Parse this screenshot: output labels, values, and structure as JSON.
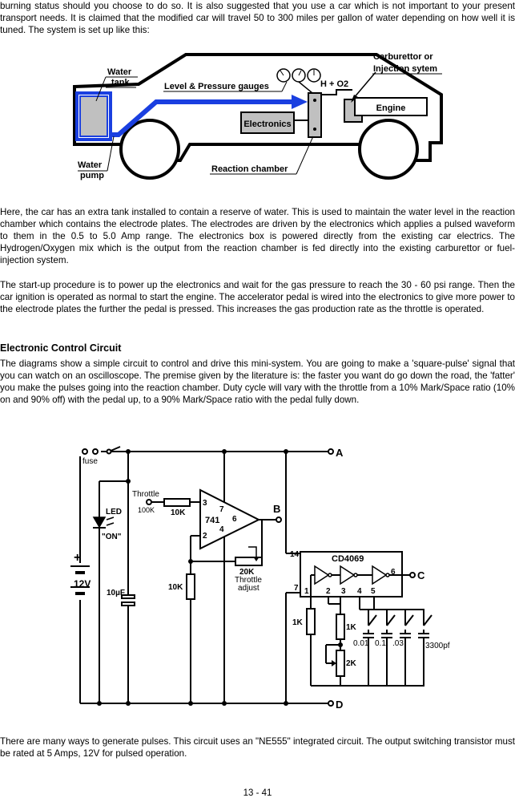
{
  "paragraphs": {
    "intro": "burning status should you choose to do so.  It is also suggested that you use a car which is not important to your present transport needs.   It is claimed that the modified car will travel 50 to 300 miles per gallon of water depending on how well it is tuned.  The system is set up like this:",
    "here": "Here, the car has an extra tank installed to contain a reserve of water.  This is used to maintain the water level in the reaction chamber which contains the electrode plates.  The electrodes are driven by the electronics which applies a pulsed waveform to them in the 0.5 to 5.0 Amp range.  The electronics box is powered directly from the existing car electrics.  The Hydrogen/Oxygen mix which is the output from the reaction chamber is fed directly into the existing carburettor or fuel-injection system.",
    "startup": "The start-up procedure is to power up the electronics and wait for the gas pressure to reach the 30 - 60 psi range.  Then the car ignition is operated as normal to start the engine.  The accelerator pedal is wired into the electronics to give more power to the electrode plates the further the pedal is pressed.  This increases the gas production rate as the throttle is operated.",
    "diagrams": "The diagrams show a simple circuit to control and drive this mini-system. You are going to make a 'square-pulse' signal that you can watch on an oscilloscope. The premise given by the literature is: the faster you want do go down the road, the 'fatter' you make the pulses going into the reaction chamber.  Duty cycle will vary with the throttle from a 10% Mark/Space ratio (10% on and 90% off) with the pedal up, to a 90% Mark/Space ratio with the pedal fully down.",
    "ways": "There are many ways to generate pulses. This circuit uses an \"NE555\" integrated circuit.  The output switching transistor must be rated at 5 Amps, 12V for pulsed operation."
  },
  "heading": "Electronic Control Circuit",
  "page_number": "13 - 41",
  "car_diagram": {
    "water_tank": "Water tank",
    "water_tank_line1": "Water",
    "water_tank_line2": "tank",
    "gauges": "Level & Pressure gauges",
    "carb_line1": "Carburettor  or",
    "carb_line2": "Injection sytem",
    "h_o2": "H + O2",
    "engine": "Engine",
    "electronics": "Electronics",
    "pump_line1": "Water",
    "pump_line2": "pump",
    "reaction": "Reaction chamber"
  },
  "circuit": {
    "fuse": "fuse",
    "throttle": "Throttle",
    "r100k": "100K",
    "r10k_a": "10K",
    "led": "LED",
    "on": "\"ON\"",
    "op_amp": "741",
    "pin3": "3",
    "pin7": "7",
    "pin2": "2",
    "pin6": "6",
    "pin4": "4",
    "node_a": "A",
    "node_b": "B",
    "node_c": "C",
    "node_d": "D",
    "v12": "12V",
    "plus": "+",
    "cap10u": "10µF",
    "r10k_b": "10K",
    "r20k": "20K",
    "throttle_adj1": "Throttle",
    "throttle_adj2": "adjust",
    "ic": "CD4069",
    "p14": "14",
    "p7": "7",
    "p1": "1",
    "p2": "2",
    "p3": "3",
    "p4": "4",
    "p5": "5",
    "p6": "6",
    "r1k_a": "1K",
    "r1k_b": "1K",
    "r2k": "2K",
    "c001": "0.01",
    "c01": "0.1",
    "c03": ".03",
    "c3300": "3300pf"
  },
  "colors": {
    "flow_arrow": "#1a3fe0",
    "component_fill": "#c0c0c0"
  }
}
